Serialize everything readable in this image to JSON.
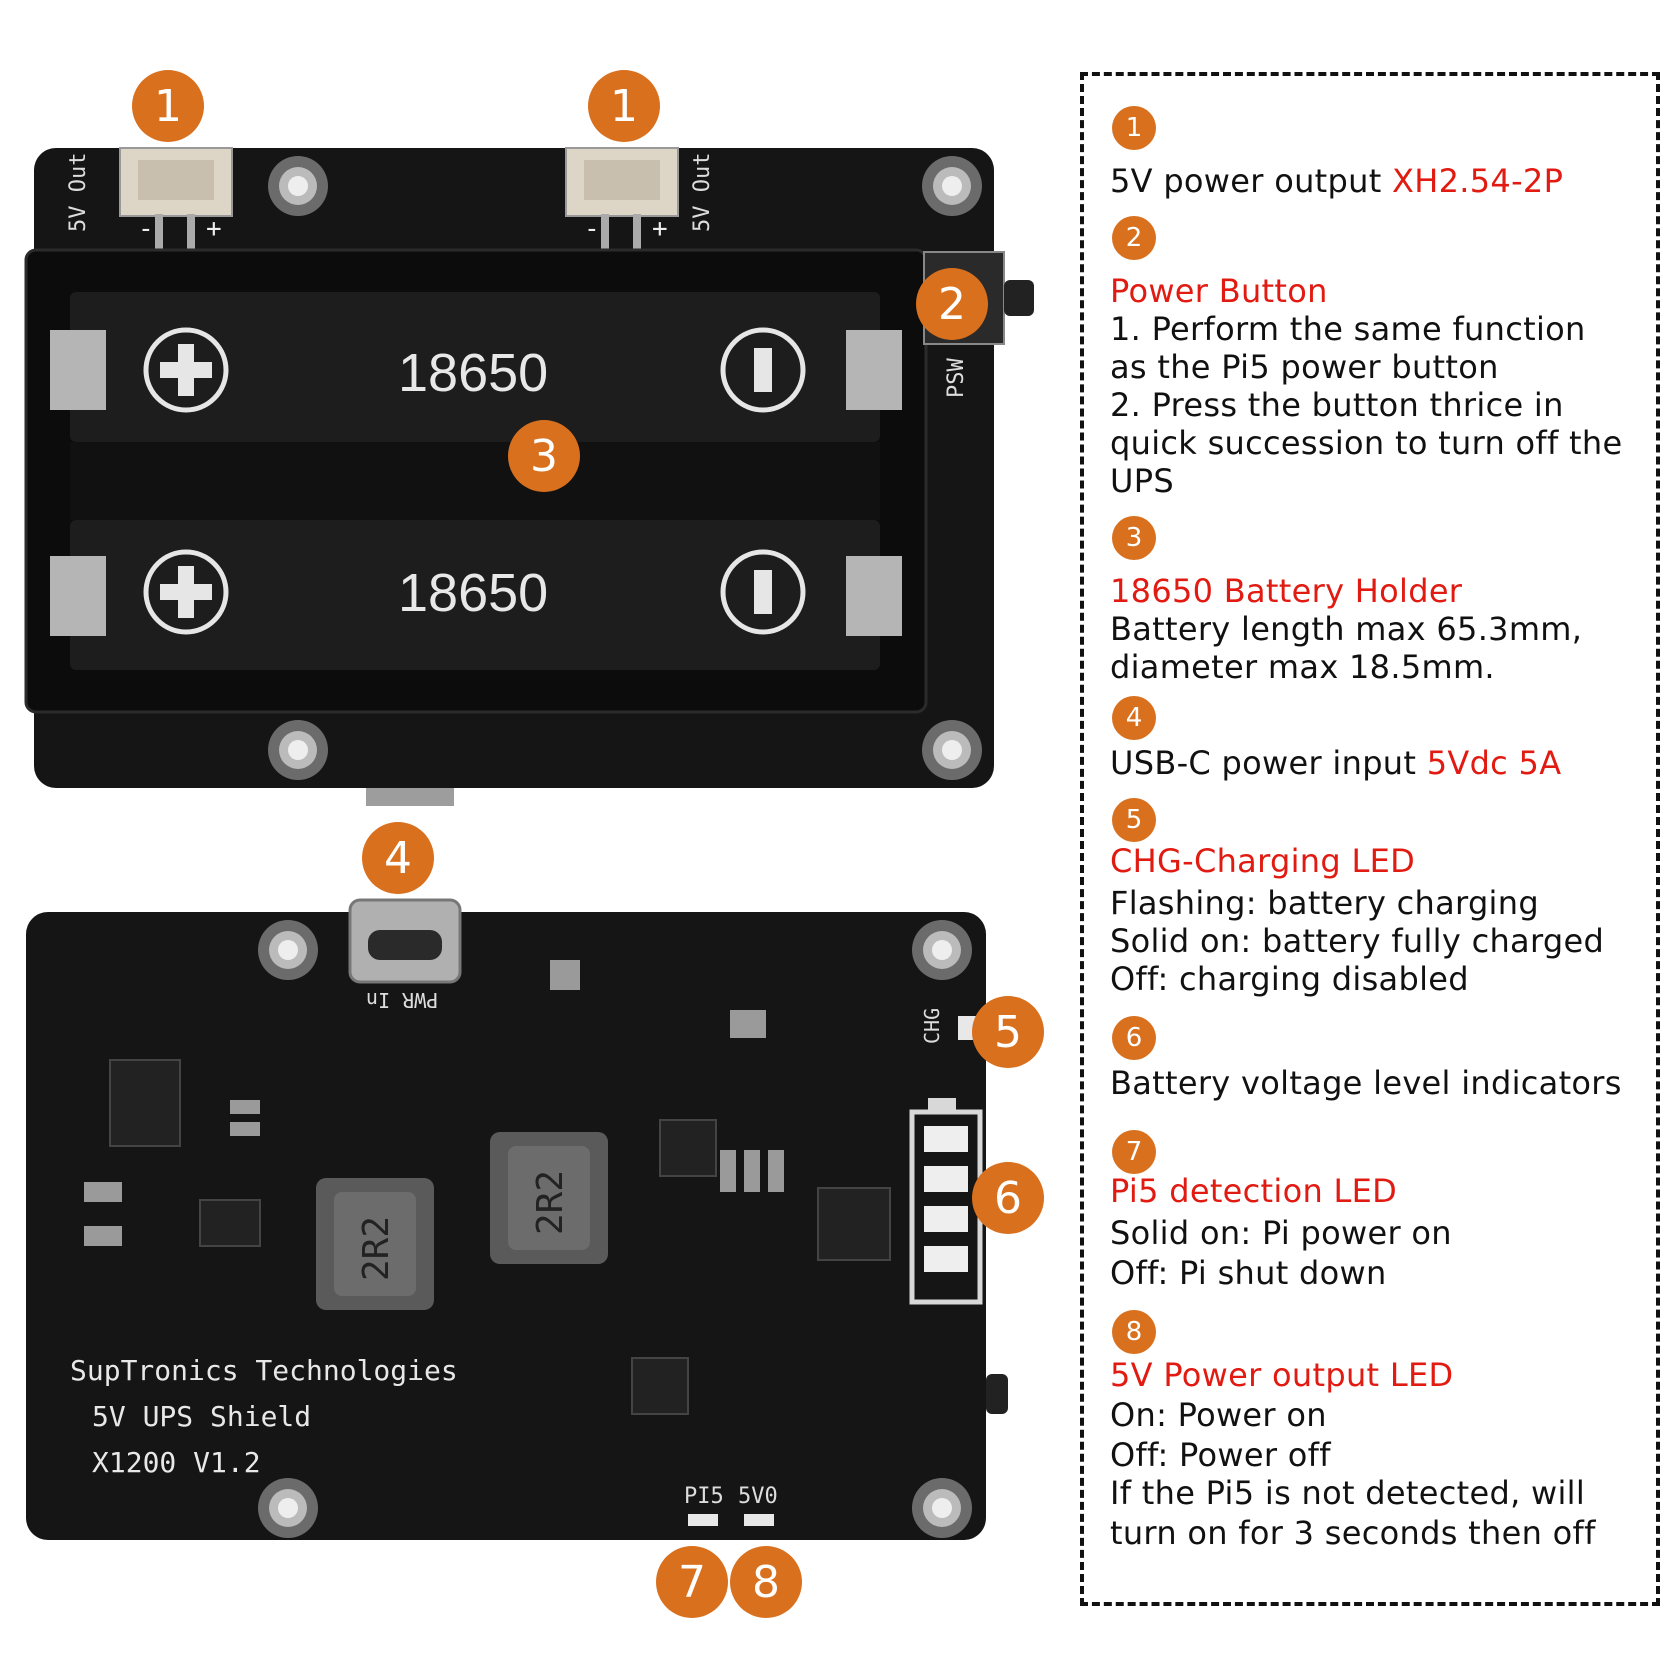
{
  "board_top": {
    "callouts": [
      "1",
      "1",
      "2",
      "3",
      "4"
    ],
    "silkscreen": {
      "out_left": "5V Out",
      "out_right": "5V Out",
      "minus": "-",
      "plus": "+",
      "cell_top": "18650",
      "cell_bottom": "18650",
      "psw": "PSW"
    }
  },
  "board_bottom": {
    "callouts": [
      "5",
      "6",
      "7",
      "8"
    ],
    "silkscreen": {
      "brand": "SupTronics Technologies",
      "product": "5V UPS Shield",
      "model": "X1200 V1.2",
      "pwr_in": "PWR In",
      "chg": "CHG",
      "pi5": "PI5",
      "v5": "5V0",
      "ind1": "2R2",
      "ind2": "2R2"
    }
  },
  "legend": [
    {
      "num": "1",
      "lines": [
        {
          "text": "5V power output ",
          "highlight": "XH2.54-2P"
        }
      ]
    },
    {
      "num": "2",
      "title": "Power Button",
      "lines": [
        {
          "text": "1. Perform the same function"
        },
        {
          "text": "as the Pi5 power button"
        },
        {
          "text": "2. Press the button thrice in"
        },
        {
          "text": "quick succession to turn off the"
        },
        {
          "text": "UPS"
        }
      ]
    },
    {
      "num": "3",
      "title": "18650 Battery Holder",
      "lines": [
        {
          "text": "Battery length max 65.3mm,"
        },
        {
          "text": "diameter max 18.5mm."
        }
      ]
    },
    {
      "num": "4",
      "lines": [
        {
          "text": "USB-C power input ",
          "highlight": "5Vdc 5A"
        }
      ]
    },
    {
      "num": "5",
      "title": "CHG-Charging LED",
      "lines": [
        {
          "text": "Flashing: battery charging"
        },
        {
          "text": "Solid on: battery fully charged"
        },
        {
          "text": "Off: charging disabled"
        }
      ]
    },
    {
      "num": "6",
      "lines": [
        {
          "text": "Battery voltage level indicators"
        }
      ]
    },
    {
      "num": "7",
      "title": "Pi5 detection LED",
      "lines": [
        {
          "text": "Solid on: Pi power on"
        },
        {
          "text": "Off: Pi shut down"
        }
      ]
    },
    {
      "num": "8",
      "title": "5V Power output LED",
      "lines": [
        {
          "text": "On: Power on"
        },
        {
          "text": "Off: Power off"
        },
        {
          "text": "If the Pi5 is not detected, will"
        },
        {
          "text": "turn on for 3 seconds then off"
        }
      ]
    }
  ],
  "colors": {
    "accent": "#d9701e",
    "highlight": "#e11b12",
    "board": "#151515"
  }
}
